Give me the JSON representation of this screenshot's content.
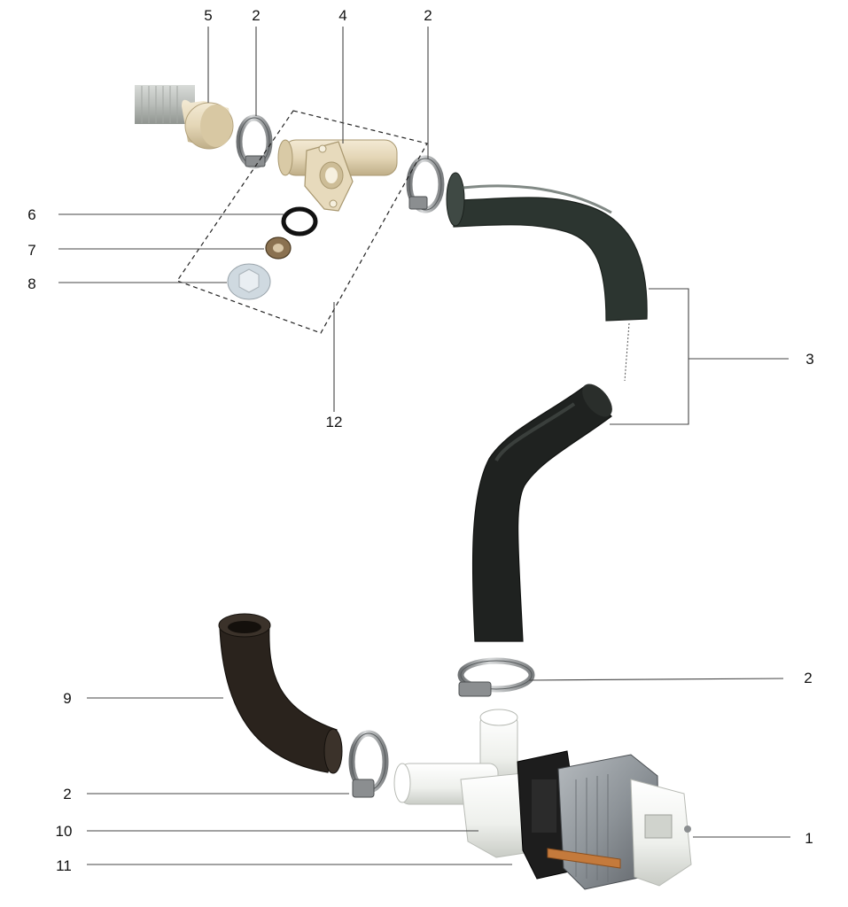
{
  "diagram": {
    "type": "exploded-parts-view",
    "callouts": {
      "c1": "1",
      "c2_a": "2",
      "c2_b": "2",
      "c2_c": "2",
      "c2_d": "2",
      "c3": "3",
      "c4": "4",
      "c5": "5",
      "c6": "6",
      "c7": "7",
      "c8": "8",
      "c9": "9",
      "c10": "10",
      "c11": "11",
      "c12": "12"
    },
    "colors": {
      "hose_black": "#1f2220",
      "hose_dark_green": "#2c3530",
      "hose_grey": "#b9bdb9",
      "beige_plastic": "#e4d6b6",
      "steel": "#a9abad",
      "white_plastic": "#f1f2ee",
      "motor_grey": "#8d9398",
      "bracket_black": "#1d1d1d",
      "copper": "#c47a3c",
      "line": "#444444"
    }
  }
}
